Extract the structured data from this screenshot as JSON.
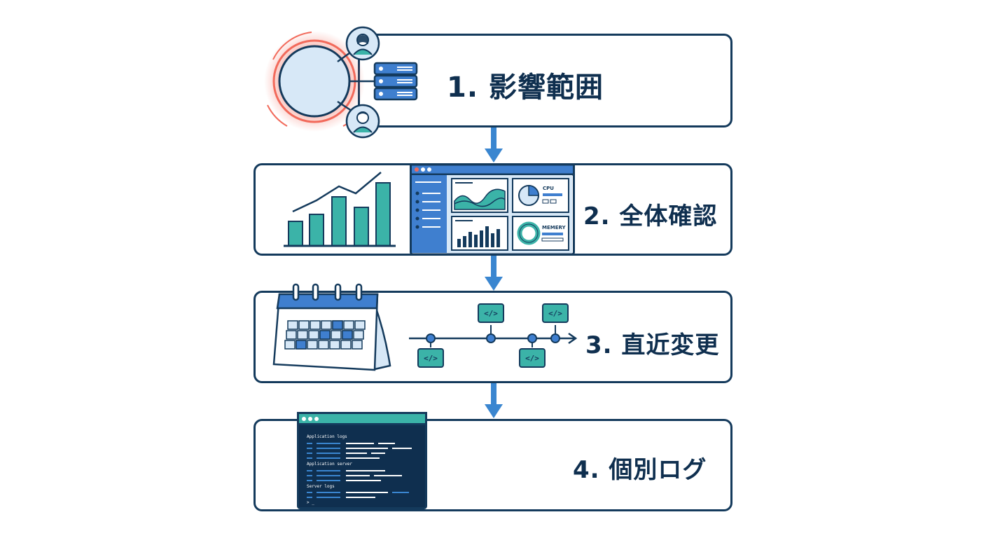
{
  "steps": [
    {
      "label": "1. 影響範囲",
      "icon": "impact-scope-icon"
    },
    {
      "label": "2. 全体確認",
      "icon": "dashboard-icon"
    },
    {
      "label": "3. 直近変更",
      "icon": "calendar-timeline-icon"
    },
    {
      "label": "4. 個別ログ",
      "icon": "terminal-log-icon"
    }
  ],
  "dashboard": {
    "cpu_label": "CPU",
    "memory_label": "MEMERY"
  },
  "terminal": {
    "line1": "Application logs",
    "line2": "Application server",
    "line3": "Server logs",
    "prompt": "> _"
  },
  "code_tag": "</>",
  "colors": {
    "border": "#143a5c",
    "arrow": "#3a86d0",
    "accent_teal": "#3bb3a8",
    "alert": "#f26a5b",
    "blue": "#3f7fcf"
  }
}
